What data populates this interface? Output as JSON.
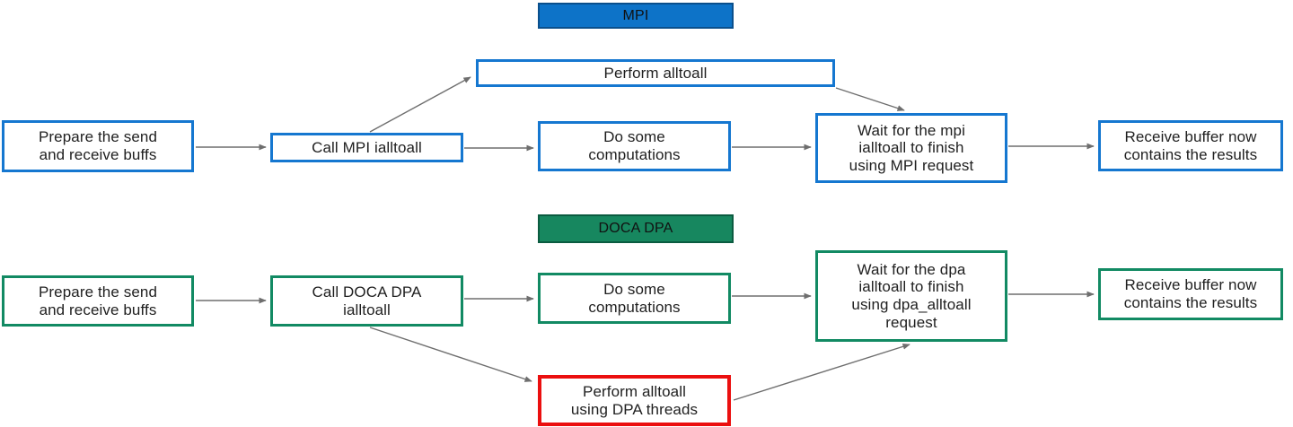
{
  "colors": {
    "mpi_fill": "#0D73C8",
    "mpi_title_border": "#0A4F8C",
    "mpi_border": "#1577D0",
    "doca_fill": "#17875F",
    "doca_title_border": "#0B5B40",
    "doca_border": "#128A63",
    "red_border": "#EB0F0F",
    "arrow": "#6E6E6E"
  },
  "mpi_flow": {
    "title": "MPI",
    "nodes": {
      "prepare": "Prepare the send\nand receive buffs",
      "call": "Call MPI ialltoall",
      "perform": "Perform alltoall",
      "compute": "Do some\ncomputations",
      "wait": "Wait for the mpi\nialltoall to finish\nusing MPI request",
      "receive": "Receive buffer now\ncontains the results"
    }
  },
  "doca_flow": {
    "title": "DOCA DPA",
    "nodes": {
      "prepare": "Prepare the send\nand receive buffs",
      "call": "Call DOCA DPA\nialltoall",
      "compute": "Do some\ncomputations",
      "wait": "Wait for the dpa\nialltoall to finish\nusing dpa_alltoall\nrequest",
      "receive": "Receive buffer now\ncontains the results",
      "perform": "Perform alltoall\nusing DPA threads"
    }
  }
}
